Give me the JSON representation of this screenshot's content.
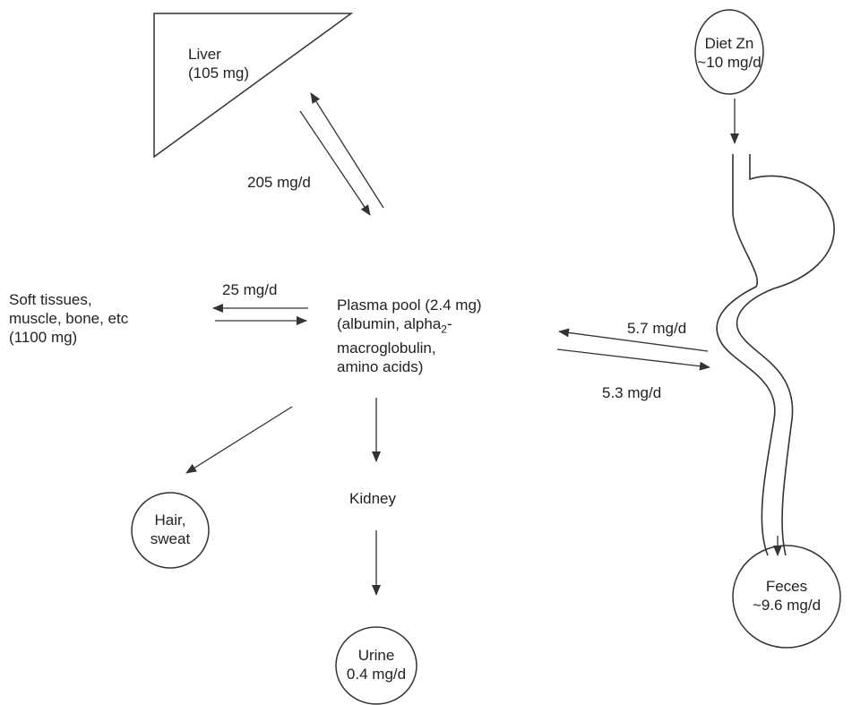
{
  "nodes": {
    "liver": {
      "line1": "Liver",
      "line2": "(105 mg)"
    },
    "diet": {
      "line1": "Diet Zn",
      "line2": "~10 mg/d"
    },
    "soft_tissues": {
      "line1": "Soft tissues,",
      "line2": "muscle, bone, etc",
      "line3": "(1100 mg)"
    },
    "plasma": {
      "line1": "Plasma pool (2.4 mg)",
      "line2_pre": "(albumin, alpha",
      "line2_sub": "2",
      "line2_post": "-",
      "line3": "macroglobulin,",
      "line4": "amino acids)"
    },
    "kidney": {
      "label": "Kidney"
    },
    "hair": {
      "line1": "Hair,",
      "line2": "sweat"
    },
    "urine": {
      "line1": "Urine",
      "line2": "0.4 mg/d"
    },
    "feces": {
      "line1": "Feces",
      "line2": "~9.6 mg/d"
    }
  },
  "flows": {
    "liver_plasma": "205 mg/d",
    "tissue_plasma": "25 mg/d",
    "gut_to_plasma": "5.7 mg/d",
    "plasma_to_gut": "5.3 mg/d"
  }
}
